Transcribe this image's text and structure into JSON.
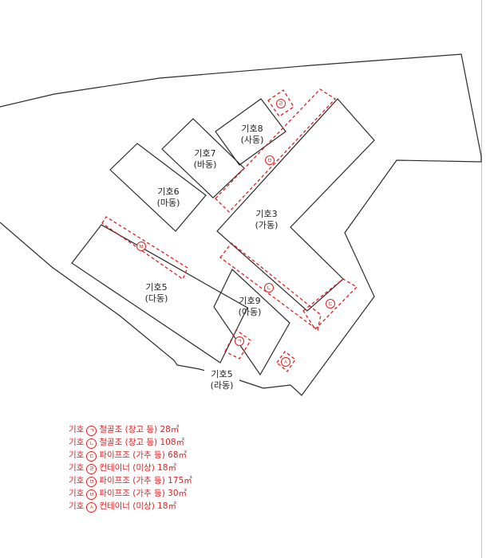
{
  "diagram": {
    "buildings": [
      {
        "id": "b8",
        "label": "기호8",
        "sub": "(사동)"
      },
      {
        "id": "b7",
        "label": "기호7",
        "sub": "(바동)"
      },
      {
        "id": "b6",
        "label": "기호6",
        "sub": "(마동)"
      },
      {
        "id": "b3",
        "label": "기호3",
        "sub": "(가동)"
      },
      {
        "id": "b5",
        "label": "기호5",
        "sub": "(다동)"
      },
      {
        "id": "b9",
        "label": "기호9",
        "sub": "(아동)"
      },
      {
        "id": "b5r",
        "label": "기호5",
        "sub": "(라동)"
      }
    ],
    "markers": [
      "ㄹ",
      "ㅁ",
      "ㅂ",
      "ㄴ",
      "ㄷ",
      "ㄱ",
      "ㅅ"
    ]
  },
  "legend": {
    "prefix": "기호",
    "items": [
      {
        "symbol": "ㄱ",
        "text": "철골조 (창고 등) 28㎡"
      },
      {
        "symbol": "ㄴ",
        "text": "철골조 (창고 등) 108㎡"
      },
      {
        "symbol": "ㄷ",
        "text": "파이프조 (가추 등) 68㎡"
      },
      {
        "symbol": "ㄹ",
        "text": "컨테이너 (미상) 18㎡"
      },
      {
        "symbol": "ㅁ",
        "text": "파이프조 (가추  등) 175㎡"
      },
      {
        "symbol": "ㅂ",
        "text": "파이프조 (가추 등) 30㎡"
      },
      {
        "symbol": "ㅅ",
        "text": "컨테이너 (미상) 18㎡"
      }
    ]
  },
  "colors": {
    "accent": "#e02020",
    "line": "#2b2b2b",
    "background": "#ffffff"
  }
}
